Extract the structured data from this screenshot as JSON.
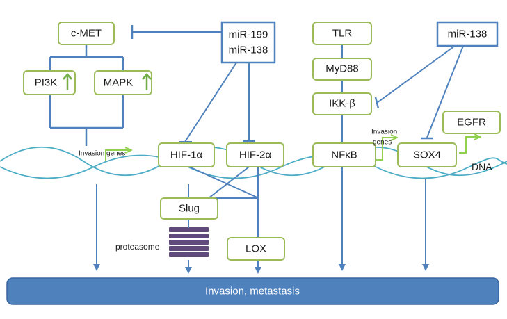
{
  "nodes": {
    "cmet": "c-MET",
    "mir199": "miR-199",
    "mir138_a": "miR-138",
    "pi3k": "PI3K",
    "mapk": "MAPK",
    "invasion_genes_left": "Invasion genes",
    "hif1a": "HIF-1α",
    "hif2a": "HIF-2α",
    "slug": "Slug",
    "proteasome": "proteasome",
    "lox": "LOX",
    "tlr": "TLR",
    "myd88": "MyD88",
    "ikkb": "IKK-β",
    "nfkb": "NFκB",
    "invasion_genes_right_1": "Invasion",
    "invasion_genes_right_2": "genes",
    "mir138_b": "miR-138",
    "sox4": "SOX4",
    "egfr": "EGFR",
    "dna": "DNA"
  },
  "bottom_bar": {
    "label": "Invasion, metastasis"
  },
  "colors": {
    "green_border": "#9bbb59",
    "blue_border": "#4f81bd",
    "line_blue": "#4f81bd",
    "dna_wave": "#4bacc6",
    "proteasome": "#604a7b",
    "bar_fill": "#4f81bd",
    "up_arrow": "#70ad47"
  }
}
